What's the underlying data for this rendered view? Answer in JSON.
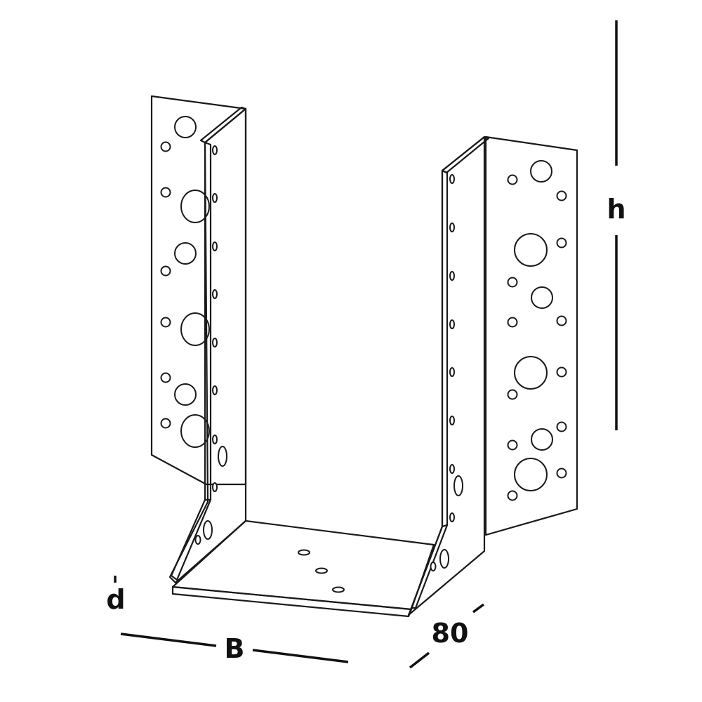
{
  "diagram": {
    "subject": "joist hanger bracket",
    "colors": {
      "background": "#ffffff",
      "flange_face": "#cbcbcb",
      "side_wall": "#8f8f8f",
      "side_wall_light": "#a9a9a9",
      "base_plate": "#c6c6c6",
      "edge_highlight": "#e2e2e2",
      "outline": "#1a1a1a",
      "dimension_ink": "#111111"
    }
  },
  "dimensions": {
    "height": {
      "label": "h"
    },
    "width": {
      "label": "B"
    },
    "depth": {
      "label": "80"
    },
    "thickness": {
      "label": "d"
    }
  }
}
